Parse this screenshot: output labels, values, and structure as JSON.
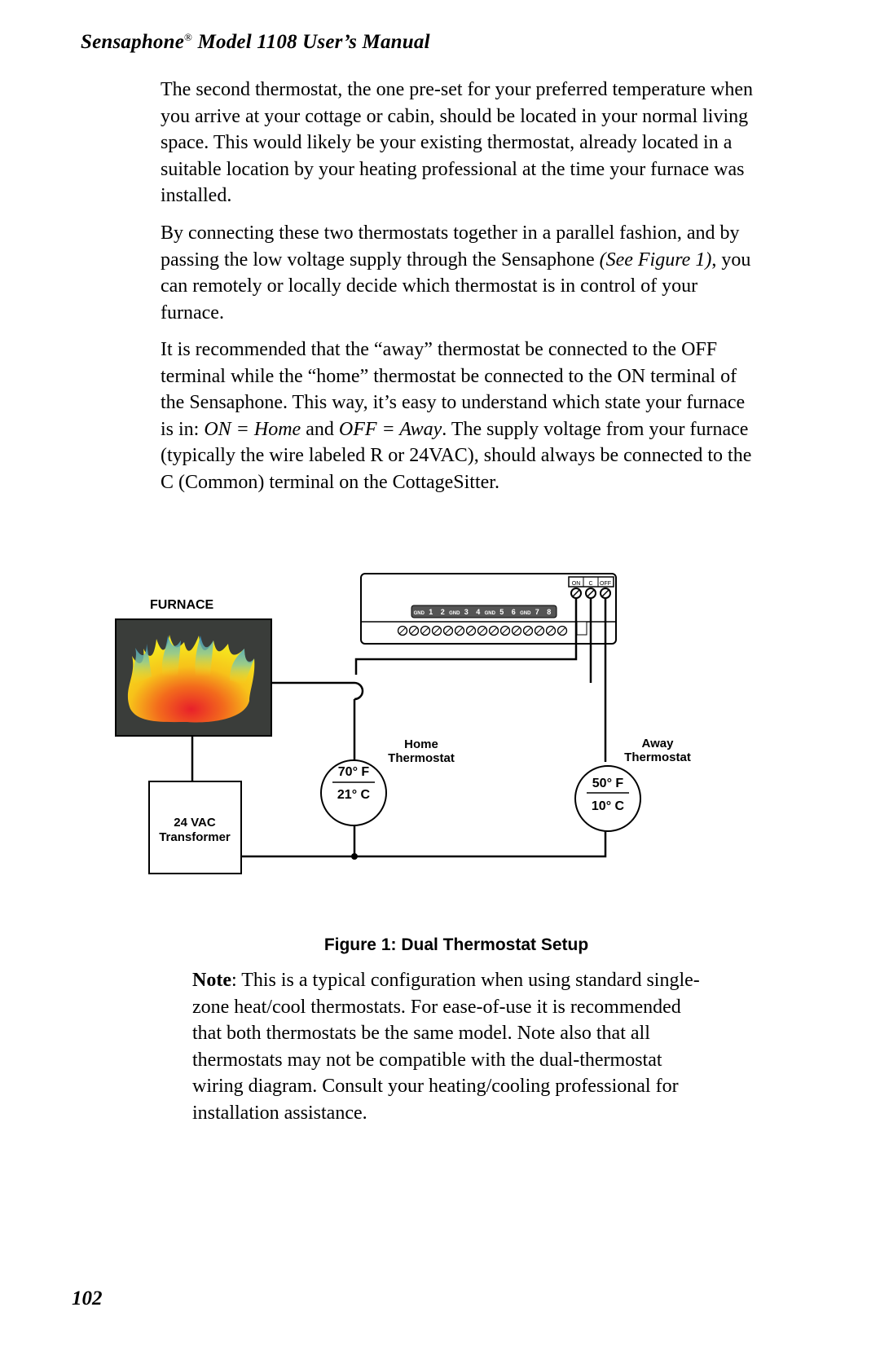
{
  "header": {
    "brand": "Sensaphone",
    "registered_mark": "®",
    "title_rest": " Model 1108 User’s Manual"
  },
  "paragraph1": "The second thermostat, the one pre-set for your preferred temperature when you arrive at your cottage or cabin, should be located in your normal living space. This would likely be your existing thermostat, already located in a suitable location by your heating professional at the time your furnace was installed.",
  "paragraph2": {
    "part1": "By connecting these two thermostats together in a parallel fashion, and by passing the low voltage supply through the Sensaphone ",
    "italic_ref": "(See Figure 1)",
    "part2": ", you can remotely or locally decide which thermostat is in control of your furnace."
  },
  "paragraph3": {
    "part1": "It is recommended that the “away” thermostat be connected to the OFF terminal while the “home” thermostat be connected to the ON terminal of the Sensaphone. This way, it’s easy to understand which state your furnace is in: ",
    "italic1": "ON = Home",
    "and": " and ",
    "italic2": "OFF = Away",
    "part2": ". The supply voltage from your furnace (typically the wire labeled R or 24VAC), should always be connected to the C (Common) terminal on the CottageSitter."
  },
  "diagram": {
    "furnace_label": "FURNACE",
    "transformer_line1": "24 VAC",
    "transformer_line2": "Transformer",
    "home_label_line1": "Home",
    "home_label_line2": "Thermostat",
    "home_temp_f": "70° F",
    "home_temp_c": "21° C",
    "away_label_line1": "Away",
    "away_label_line2": "Thermostat",
    "away_temp_f": "50° F",
    "away_temp_c": "10° C",
    "relay_terminals": [
      "ON",
      "C",
      "OFF"
    ],
    "input_terminals": [
      "GND",
      "1",
      "2",
      "GND",
      "3",
      "4",
      "GND",
      "5",
      "6",
      "GND",
      "7",
      "8"
    ]
  },
  "caption": "Figure 1: Dual Thermostat Setup",
  "note": {
    "label": "Note",
    "text": ": This is a typical configuration when using standard single-zone heat/cool thermostats. For ease-of-use it is recommended that both thermostats be the same model.  Note also that all thermostats may not be compatible with the dual-thermostat wiring diagram.  Consult your heating/cooling professional for installation assistance."
  },
  "page_number": "102"
}
